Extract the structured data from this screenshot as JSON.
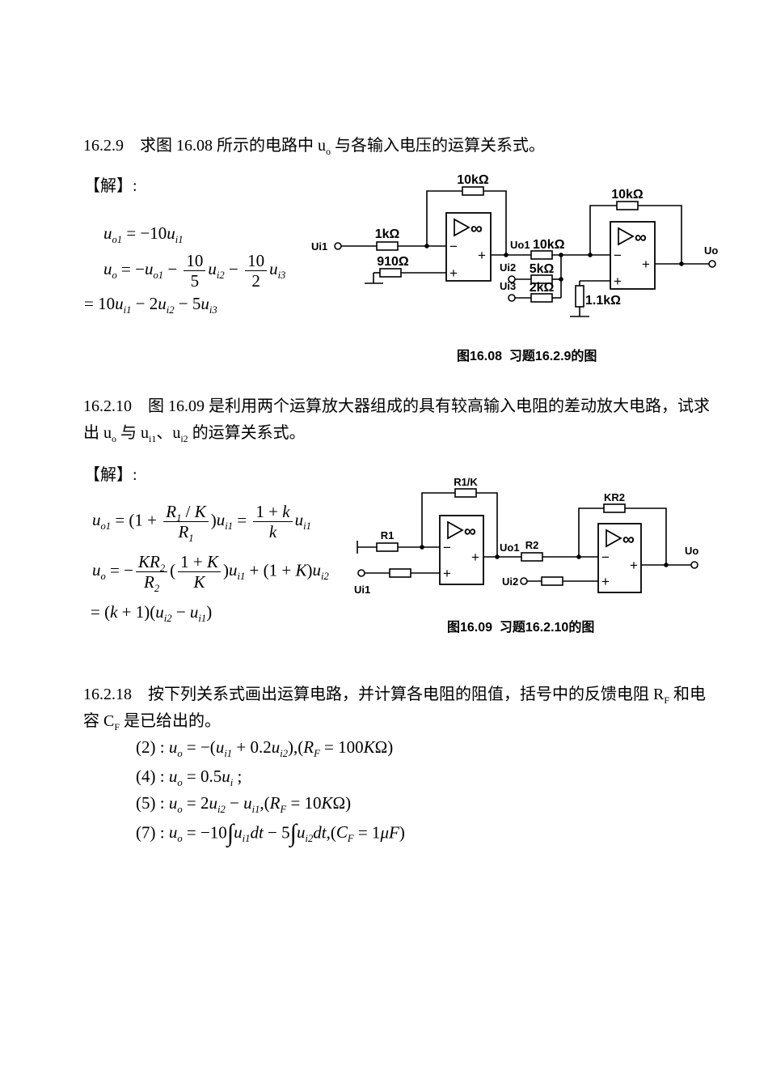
{
  "opamp": {
    "minus": "−",
    "plus": "+",
    "inf": "∞"
  },
  "problems": {
    "p1": {
      "heading": [
        {
          "t": "up",
          "v": "16.2.9　求图 16.08 所示的电路中 "
        },
        {
          "t": "rv",
          "b": "u",
          "s": "o"
        },
        {
          "t": "up",
          "v": " 与各输入电压的运算关系式。"
        }
      ],
      "solution_label": "【解】:",
      "equations": [
        [
          {
            "t": "v",
            "b": "u",
            "s": "o1"
          },
          {
            "t": "up",
            "v": " = −10"
          },
          {
            "t": "v",
            "b": "u",
            "s": "i1"
          }
        ],
        [
          {
            "t": "v",
            "b": "u",
            "s": "o"
          },
          {
            "t": "up",
            "v": " = −"
          },
          {
            "t": "v",
            "b": "u",
            "s": "o1"
          },
          {
            "t": "up",
            "v": " − "
          },
          {
            "t": "frac",
            "n": [
              {
                "t": "up",
                "v": "10"
              }
            ],
            "d": [
              {
                "t": "up",
                "v": "5"
              }
            ]
          },
          {
            "t": "v",
            "b": "u",
            "s": "i2"
          },
          {
            "t": "up",
            "v": " − "
          },
          {
            "t": "frac",
            "n": [
              {
                "t": "up",
                "v": "10"
              }
            ],
            "d": [
              {
                "t": "up",
                "v": "2"
              }
            ]
          },
          {
            "t": "v",
            "b": "u",
            "s": "i3"
          }
        ],
        [
          {
            "t": "up",
            "v": "= 10"
          },
          {
            "t": "v",
            "b": "u",
            "s": "i1"
          },
          {
            "t": "up",
            "v": " − 2"
          },
          {
            "t": "v",
            "b": "u",
            "s": "i2"
          },
          {
            "t": "up",
            "v": " − 5"
          },
          {
            "t": "v",
            "b": "u",
            "s": "i3"
          }
        ]
      ]
    },
    "p2": {
      "heading": [
        {
          "t": "up",
          "v": "16.2.10　图 16.09 是利用两个运算放大器组成的具有较高输入电阻的差动放大电路，试求\n出 "
        },
        {
          "t": "rv",
          "b": "u",
          "s": "o"
        },
        {
          "t": "up",
          "v": " 与 "
        },
        {
          "t": "rv",
          "b": "u",
          "s": "i1"
        },
        {
          "t": "up",
          "v": "、"
        },
        {
          "t": "rv",
          "b": "u",
          "s": "i2"
        },
        {
          "t": "up",
          "v": " 的运算关系式。"
        }
      ],
      "solution_label": "【解】:",
      "equations": [
        [
          {
            "t": "v",
            "b": "u",
            "s": "o1"
          },
          {
            "t": "up",
            "v": " = (1 + "
          },
          {
            "t": "frac",
            "n": [
              {
                "t": "v",
                "b": "R",
                "s": "1"
              },
              {
                "t": "up",
                "v": " / "
              },
              {
                "t": "it",
                "v": "K"
              }
            ],
            "d": [
              {
                "t": "v",
                "b": "R",
                "s": "1"
              }
            ]
          },
          {
            "t": "up",
            "v": ")"
          },
          {
            "t": "v",
            "b": "u",
            "s": "i1"
          },
          {
            "t": "up",
            "v": " = "
          },
          {
            "t": "frac",
            "n": [
              {
                "t": "up",
                "v": "1 + "
              },
              {
                "t": "it",
                "v": "k"
              }
            ],
            "d": [
              {
                "t": "it",
                "v": "k"
              }
            ]
          },
          {
            "t": "v",
            "b": "u",
            "s": "i1"
          }
        ],
        [
          {
            "t": "v",
            "b": "u",
            "s": "o"
          },
          {
            "t": "up",
            "v": " = −"
          },
          {
            "t": "frac",
            "n": [
              {
                "t": "v",
                "b": "KR",
                "s": "2"
              }
            ],
            "d": [
              {
                "t": "v",
                "b": "R",
                "s": "2"
              }
            ]
          },
          {
            "t": "up",
            "v": "("
          },
          {
            "t": "frac",
            "n": [
              {
                "t": "up",
                "v": "1 + "
              },
              {
                "t": "it",
                "v": "K"
              }
            ],
            "d": [
              {
                "t": "it",
                "v": "K"
              }
            ]
          },
          {
            "t": "up",
            "v": ")"
          },
          {
            "t": "v",
            "b": "u",
            "s": "i1"
          },
          {
            "t": "up",
            "v": " + (1 + "
          },
          {
            "t": "it",
            "v": "K"
          },
          {
            "t": "up",
            "v": ")"
          },
          {
            "t": "v",
            "b": "u",
            "s": "i2"
          }
        ],
        [
          {
            "t": "up",
            "v": "= ("
          },
          {
            "t": "it",
            "v": "k"
          },
          {
            "t": "up",
            "v": " + 1)("
          },
          {
            "t": "v",
            "b": "u",
            "s": "i2"
          },
          {
            "t": "up",
            "v": " − "
          },
          {
            "t": "v",
            "b": "u",
            "s": "i1"
          },
          {
            "t": "up",
            "v": ")"
          }
        ]
      ]
    },
    "p3": {
      "heading": [
        {
          "t": "up",
          "v": "16.2.18　按下列关系式画出运算电路，并计算各电阻的阻值，括号中的反馈电阻 "
        },
        {
          "t": "rv",
          "b": "R",
          "s": "F"
        },
        {
          "t": "up",
          "v": " 和电\n容 "
        },
        {
          "t": "rv",
          "b": "C",
          "s": "F"
        },
        {
          "t": "up",
          "v": " 是已给出的。"
        }
      ],
      "equations": [
        [
          {
            "t": "up",
            "v": "(2) : "
          },
          {
            "t": "v",
            "b": "u",
            "s": "o"
          },
          {
            "t": "up",
            "v": " = −("
          },
          {
            "t": "v",
            "b": "u",
            "s": "i1"
          },
          {
            "t": "up",
            "v": " + 0.2"
          },
          {
            "t": "v",
            "b": "u",
            "s": "i2"
          },
          {
            "t": "up",
            "v": "),("
          },
          {
            "t": "v",
            "b": "R",
            "s": "F"
          },
          {
            "t": "up",
            "v": " = 100"
          },
          {
            "t": "it",
            "v": "K"
          },
          {
            "t": "up",
            "v": "Ω)"
          }
        ],
        [
          {
            "t": "up",
            "v": "(4) : "
          },
          {
            "t": "v",
            "b": "u",
            "s": "o"
          },
          {
            "t": "up",
            "v": " = 0.5"
          },
          {
            "t": "v",
            "b": "u",
            "s": "i"
          },
          {
            "t": "up",
            "v": " ;"
          }
        ],
        [
          {
            "t": "up",
            "v": "(5) : "
          },
          {
            "t": "v",
            "b": "u",
            "s": "o"
          },
          {
            "t": "up",
            "v": " = 2"
          },
          {
            "t": "v",
            "b": "u",
            "s": "i2"
          },
          {
            "t": "up",
            "v": " − "
          },
          {
            "t": "v",
            "b": "u",
            "s": "i1"
          },
          {
            "t": "up",
            "v": ",("
          },
          {
            "t": "v",
            "b": "R",
            "s": "F"
          },
          {
            "t": "up",
            "v": " = 10"
          },
          {
            "t": "it",
            "v": "K"
          },
          {
            "t": "up",
            "v": "Ω)"
          }
        ],
        [
          {
            "t": "up",
            "v": "(7) : "
          },
          {
            "t": "v",
            "b": "u",
            "s": "o"
          },
          {
            "t": "up",
            "v": " = −10"
          },
          {
            "t": "int",
            "v": "∫"
          },
          {
            "t": "v",
            "b": "u",
            "s": "i1"
          },
          {
            "t": "it",
            "v": "dt"
          },
          {
            "t": "up",
            "v": " − 5"
          },
          {
            "t": "int",
            "v": "∫"
          },
          {
            "t": "v",
            "b": "u",
            "s": "i2"
          },
          {
            "t": "it",
            "v": "dt"
          },
          {
            "t": "up",
            "v": ",("
          },
          {
            "t": "v",
            "b": "C",
            "s": "F"
          },
          {
            "t": "up",
            "v": " = 1"
          },
          {
            "t": "it",
            "v": "μF"
          },
          {
            "t": "up",
            "v": ")"
          }
        ]
      ]
    }
  },
  "fig1608": {
    "caption": "图16.08  习题16.2.9的图",
    "labels": {
      "ui1": "Ui1",
      "r_in": "1kΩ",
      "r_gnd": "910Ω",
      "r_fb1": "10kΩ",
      "uo1": "Uo1",
      "r_mid": "10kΩ",
      "ui2": "Ui2",
      "r_ui2": "5kΩ",
      "ui3": "Ui3",
      "r_ui3": "2kΩ",
      "r_fb2": "10kΩ",
      "r_gnd2": "1.1kΩ",
      "uo": "Uo"
    }
  },
  "fig1609": {
    "caption": "图16.09  习题16.2.10的图",
    "labels": {
      "r1": "R1",
      "r_fb1": "R1/K",
      "ui1": "Ui1",
      "uo1": "Uo1",
      "r2": "R2",
      "r_fb2": "KR2",
      "ui2": "Ui2",
      "uo": "Uo"
    }
  }
}
